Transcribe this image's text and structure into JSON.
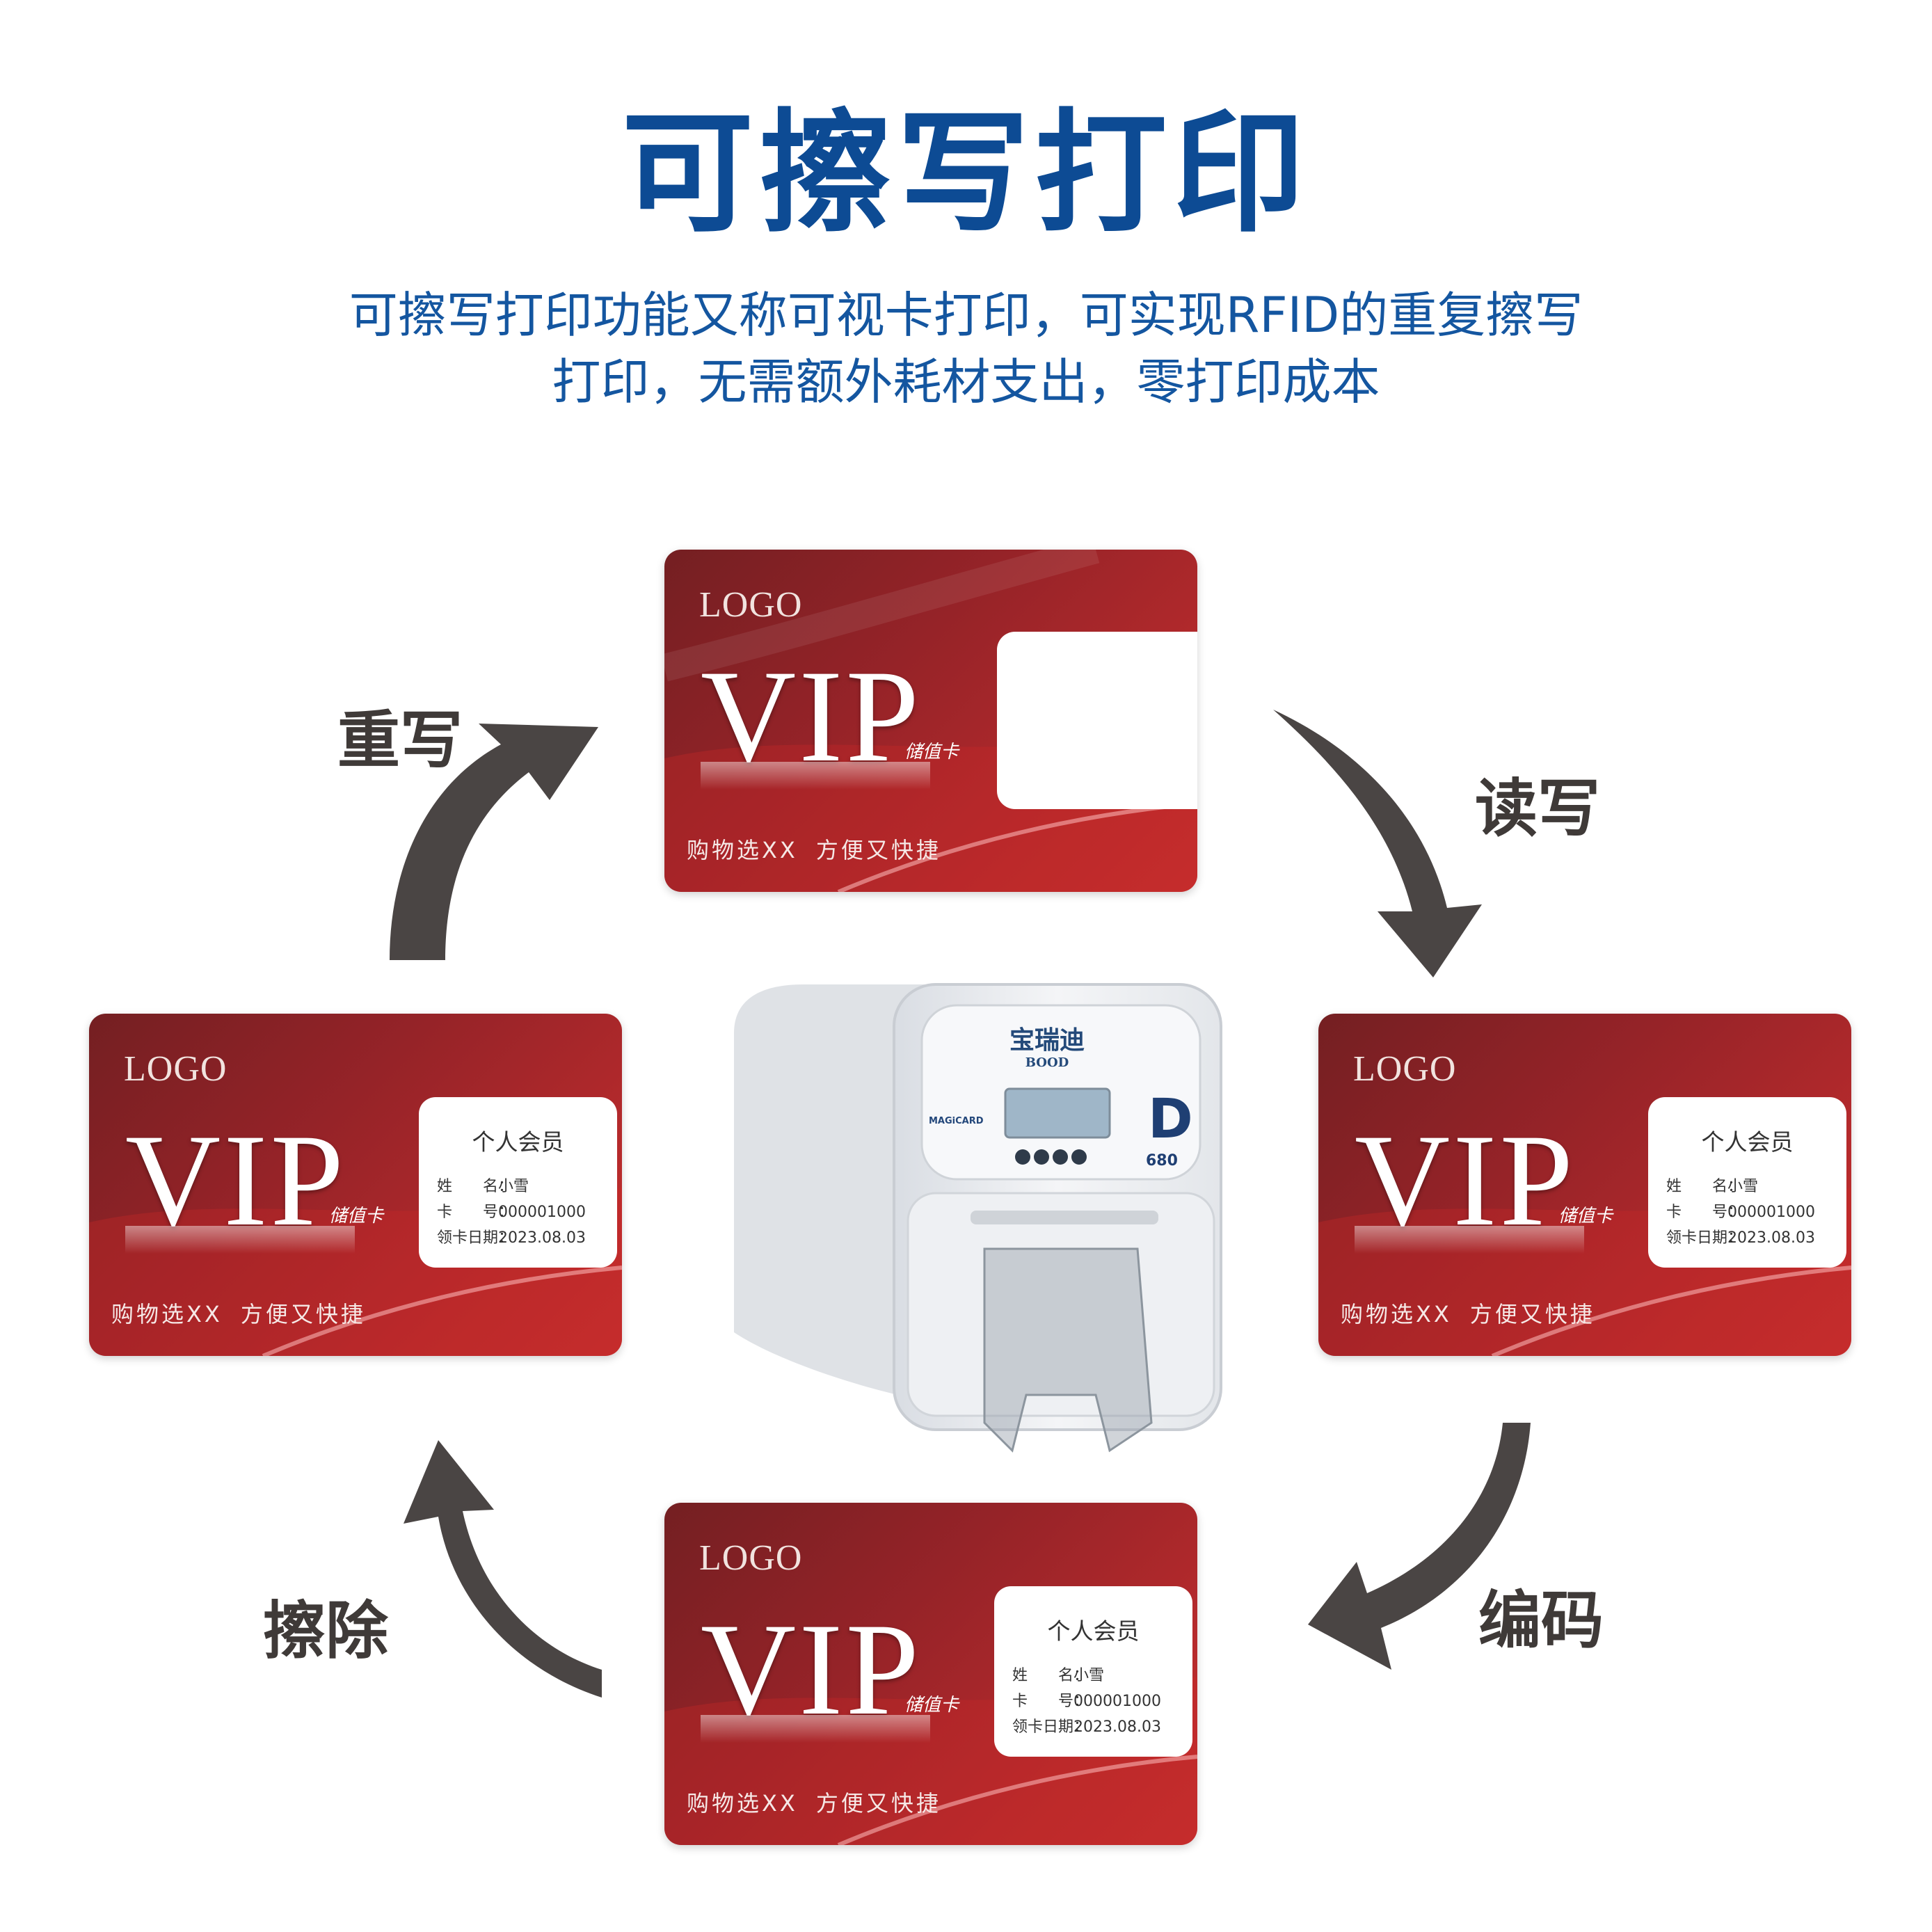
{
  "title": "可擦写打印",
  "subtitle": {
    "line1": "可擦写打印功能又称可视卡打印，可实现RFID的重复擦写",
    "line2": "打印，无需额外耗材支出，零打印成本"
  },
  "steps": {
    "top_left": "重写",
    "top_right": "读写",
    "bottom_right": "编码",
    "bottom_left": "擦除"
  },
  "card": {
    "logo": "LOGO",
    "vip": "VIP",
    "kind": "储值卡",
    "slogan_a": "购物选XX",
    "slogan_b": "方便又快捷",
    "member_title": "个人会员",
    "name_label": "姓　　名：",
    "name_value": "小雪",
    "no_label": "卡　　号：",
    "no_value": "000001000",
    "date_label": "领卡日期：",
    "date_value": "2023.08.03"
  },
  "printer": {
    "brand_cn": "宝瑞迪",
    "brand_en": "BOOD",
    "maker": "MAGiCARD",
    "model_letter": "D",
    "model_number": "680"
  },
  "colors": {
    "title": "#0d4b94",
    "subtitle": "#1456a0",
    "card_red": "#a8262a",
    "arrow": "#4a4544"
  }
}
